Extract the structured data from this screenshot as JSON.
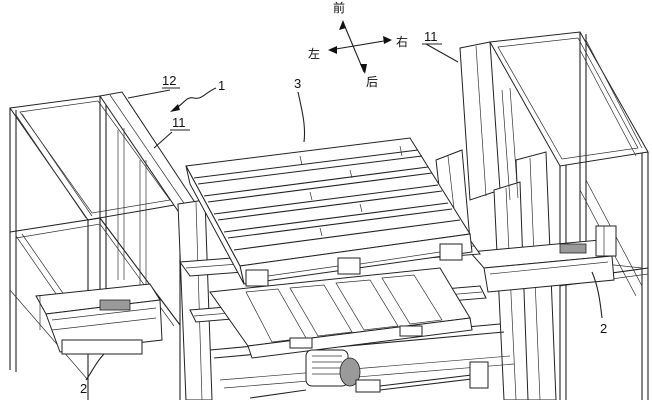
{
  "compass": {
    "front": "前",
    "back": "后",
    "left": "左",
    "right": "右"
  },
  "labels": {
    "apparatus": "1",
    "pallet": "3",
    "frame_left": "11",
    "frame_right": "11",
    "column": "12",
    "drive_left": "2",
    "drive_right": "2"
  }
}
